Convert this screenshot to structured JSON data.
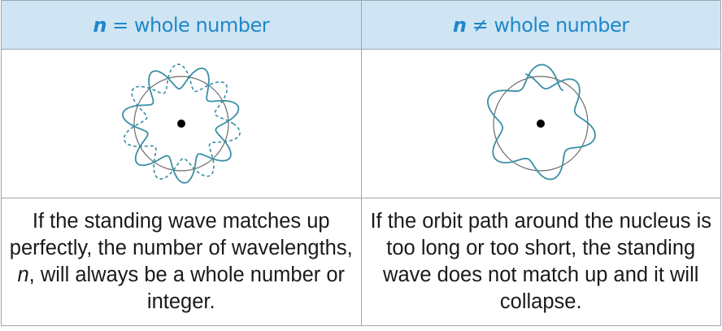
{
  "headers": [
    {
      "variable": "n",
      "relation": "=",
      "text": "whole number"
    },
    {
      "variable": "n",
      "relation": "≠",
      "text": "whole number"
    }
  ],
  "descriptions": [
    {
      "before": "If the standing wave matches up perfectly, the number of wavelengths, ",
      "variable": "n",
      "after": ", will always be a whole number or integer."
    },
    {
      "text": "If the orbit path around the nucleus is too long or too short, the standing wave does not match up and it will collapse."
    }
  ],
  "colors": {
    "header_bg": "#cfe5f4",
    "header_text": "#1e88c8",
    "wave": "#3a8fa6",
    "orbit": "#6b6b6b",
    "nucleus": "#000000"
  },
  "icons": {
    "left": "standing-wave-whole-number-diagram",
    "right": "standing-wave-non-whole-number-diagram"
  }
}
